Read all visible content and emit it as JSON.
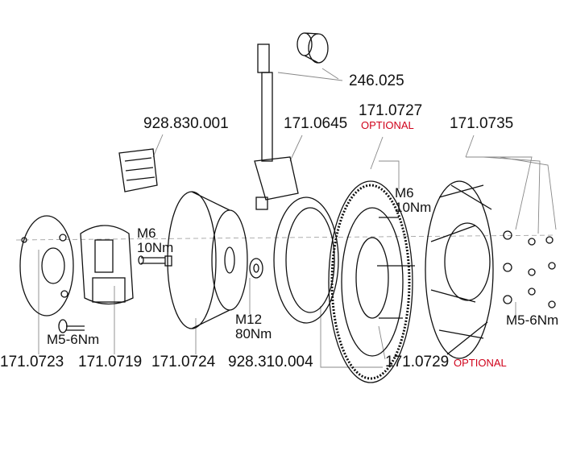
{
  "colors": {
    "line": "#111111",
    "leader": "#888888",
    "optional": "#d0021b"
  },
  "parts": {
    "spark_cap": "246.025",
    "flywheel_ring": "171.0727",
    "flywheel_ring_note": "OPTIONAL",
    "spacer": "928.830.001",
    "ignition_coil": "171.0645",
    "fan": "171.0735",
    "stator_plate": "171.0723",
    "pickup": "171.0719",
    "rotor": "171.0724",
    "nut": "928.310.004",
    "ring_kit": "171.0729",
    "ring_kit_note": "OPTIONAL"
  },
  "torques": {
    "m6_right_size": "M6",
    "m6_right_torque": "10Nm",
    "m6_left_size": "M6",
    "m6_left_torque": "10Nm",
    "m12_size": "M12",
    "m12_torque": "80Nm",
    "m5_left": "M5-6Nm",
    "m5_right": "M5-6Nm"
  }
}
